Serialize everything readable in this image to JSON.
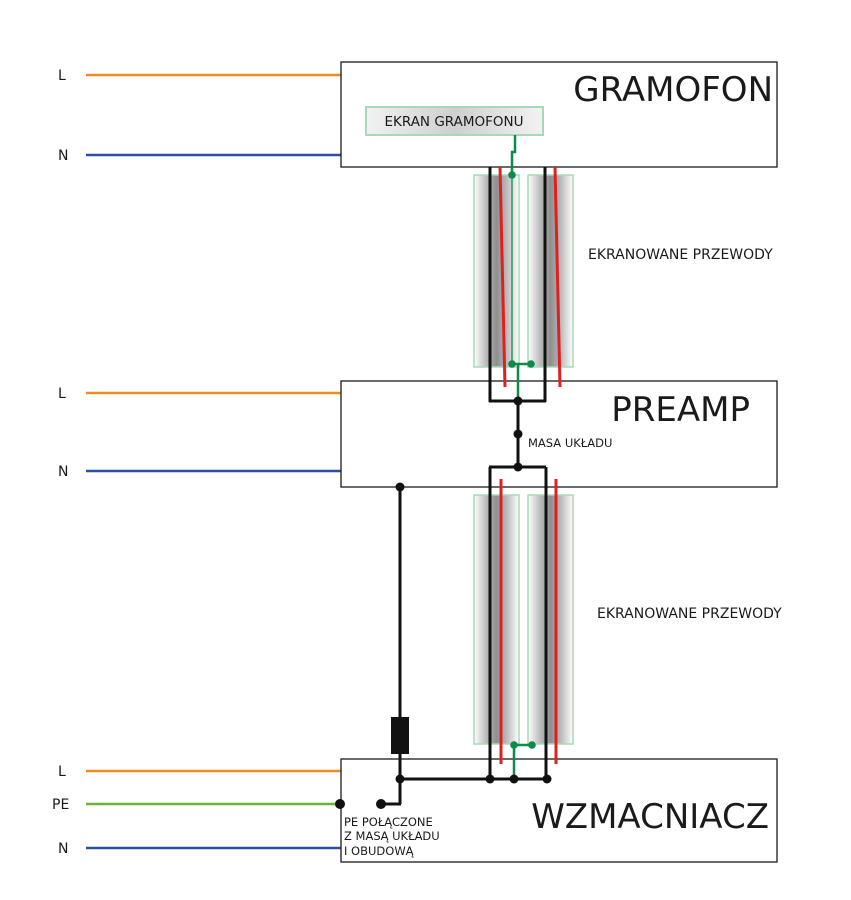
{
  "colors": {
    "live": "#f08a24",
    "neutral": "#2d4fa0",
    "pe": "#6ab43c",
    "signal": "#e02020",
    "shield": "#0f8a4a",
    "ground": "#111111",
    "box_stroke": "#1a1a1a"
  },
  "devices": {
    "gramofon": "GRAMOFON",
    "preamp": "PREAMP",
    "wzmacniacz": "WZMACNIACZ"
  },
  "terminals": {
    "gramofon_l": "L",
    "gramofon_n": "N",
    "preamp_l": "L",
    "preamp_n": "N",
    "wzmacniacz_l": "L",
    "wzmacniacz_pe": "PE",
    "wzmacniacz_n": "N"
  },
  "labels": {
    "ekran_gramofonu": "EKRAN GRAMOFONU",
    "ekranowane_1": "EKRANOWANE PRZEWODY",
    "ekranowane_2": "EKRANOWANE PRZEWODY",
    "masa_ukladu": "MASA UKŁADU",
    "pe_note": [
      "PE POŁĄCZONE",
      "Z MASĄ UKŁADU",
      "I OBUDOWĄ"
    ]
  }
}
